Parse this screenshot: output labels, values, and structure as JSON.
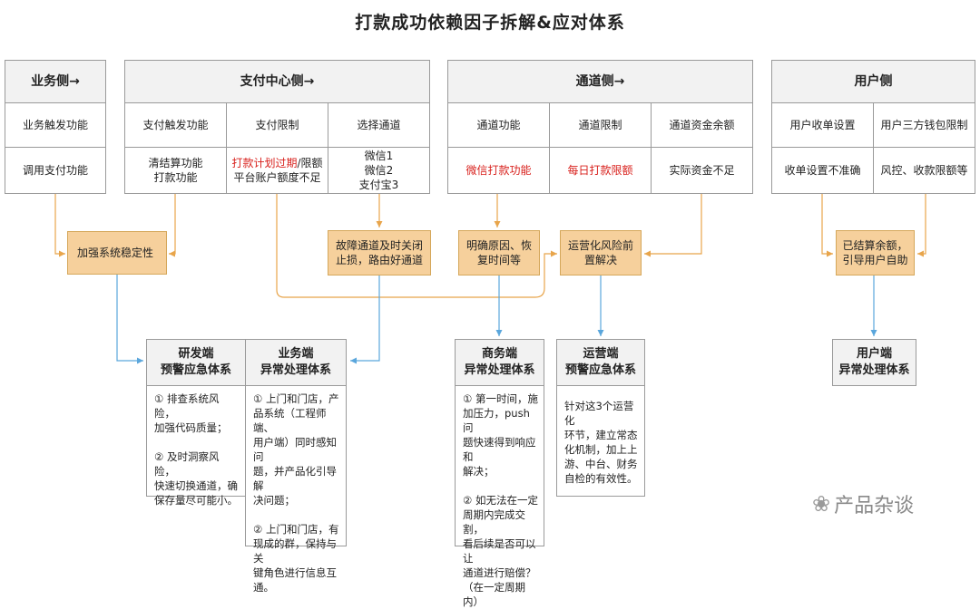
{
  "title": "打款成功依赖因子拆解&应对体系",
  "columns": {
    "business": {
      "header": "业务侧→",
      "function": "业务触发功能",
      "detail": "调用支付功能"
    },
    "payment": {
      "header": "支付中心侧→",
      "sub": [
        "支付触发功能",
        "支付限制",
        "选择通道"
      ],
      "cell1": "清结算功能\n打款功能",
      "cell2_red": "打款计划过期",
      "cell2_rest": "/限额\n平台账户额度不足",
      "cell3": "微信1\n微信2\n支付宝3"
    },
    "channel": {
      "header": "通道侧→",
      "sub": [
        "通道功能",
        "通道限制",
        "通道资金余额"
      ],
      "cell1": "微信打款功能",
      "cell2": "每日打款限额",
      "cell3": "实际资金不足"
    },
    "user": {
      "header": "用户侧",
      "sub": [
        "用户收单设置",
        "用户三方钱包限制"
      ],
      "cell1": "收单设置不准确",
      "cell2": "风控、收款限额等"
    }
  },
  "actions": {
    "a1": "加强系统稳定性",
    "a2": "故障通道及时关闭\n止损，路由好通道",
    "a3": "明确原因、恢\n复时间等",
    "a4": "运营化风险前\n置解决",
    "a5": "已结算余额，\n引导用户自助"
  },
  "systems": {
    "dev": {
      "title": "研发端\n预警应急体系",
      "body": "① 排查系统风险，\n加强代码质量；\n\n② 及时洞察风险，\n快速切换通道，确\n保存量尽可能小。"
    },
    "biz": {
      "title": "业务端\n异常处理体系",
      "body": "① 上门和门店，产\n品系统（工程师端、\n用户端）同时感知问\n题，并产品化引导解\n决问题；\n\n② 上门和门店，有\n现成的群，保持与关\n键角色进行信息互\n通。"
    },
    "commerce": {
      "title": "商务端\n异常处理体系",
      "body": "① 第一时间，施\n加压力，push问\n题快速得到响应和\n解决；\n\n② 如无法在一定\n周期内完成交割，\n看后续是否可以让\n通道进行赔偿？\n（在一定周期内）"
    },
    "ops": {
      "title": "运营端\n预警应急体系",
      "body": "针对这3个运营化\n环节，建立常态\n化机制，加上上\n游、中台、财务\n自检的有效性。"
    },
    "user": {
      "title": "用户端\n异常处理体系"
    }
  },
  "watermark": "产品杂谈",
  "colors": {
    "orange_line": "#e8a54b",
    "blue_line": "#5aa6dc",
    "orange_fill": "#f6d09c",
    "red_text": "#d8201c"
  }
}
